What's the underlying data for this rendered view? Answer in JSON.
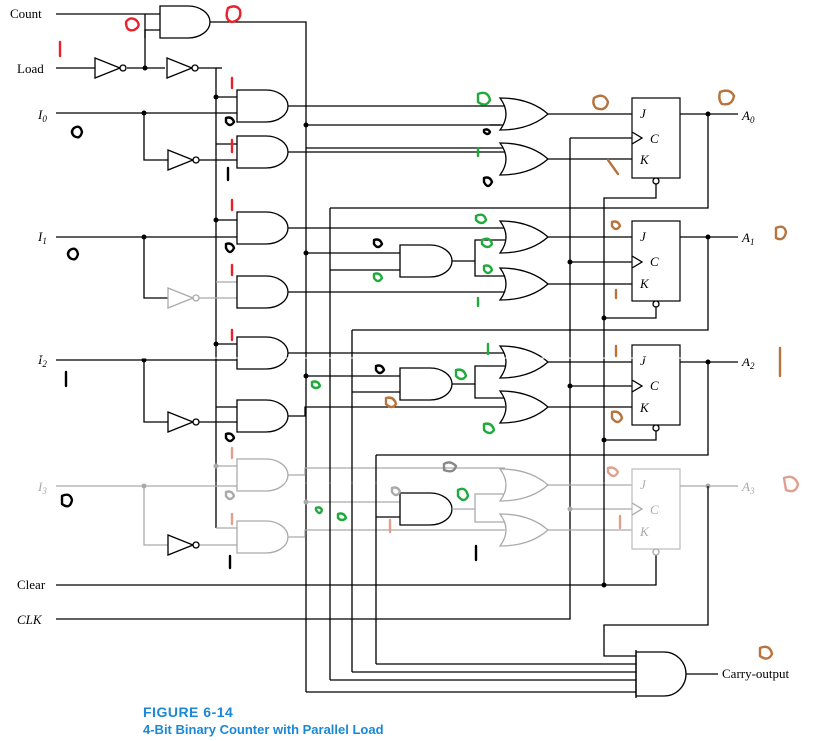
{
  "inputs": {
    "count": "Count",
    "load": "Load",
    "i0": "I",
    "i1": "I",
    "i2": "I",
    "i3": "I",
    "sub0": "0",
    "sub1": "1",
    "sub2": "2",
    "sub3": "3",
    "clear": "Clear",
    "clk": "CLK"
  },
  "outputs": {
    "a0": "A",
    "a1": "A",
    "a2": "A",
    "a3": "A",
    "sub0": "0",
    "sub1": "1",
    "sub2": "2",
    "sub3": "3",
    "carry": "Carry-output"
  },
  "flipflop": {
    "j": "J",
    "c": "C",
    "k": "K"
  },
  "caption": {
    "figure": "FIGURE 6-14",
    "title": "4-Bit Binary Counter with Parallel Load"
  },
  "annotation_colors": {
    "red": "#e8212b",
    "black": "#000000",
    "green": "#1faa3c",
    "brown": "#b8733d",
    "gray": "#888888"
  }
}
